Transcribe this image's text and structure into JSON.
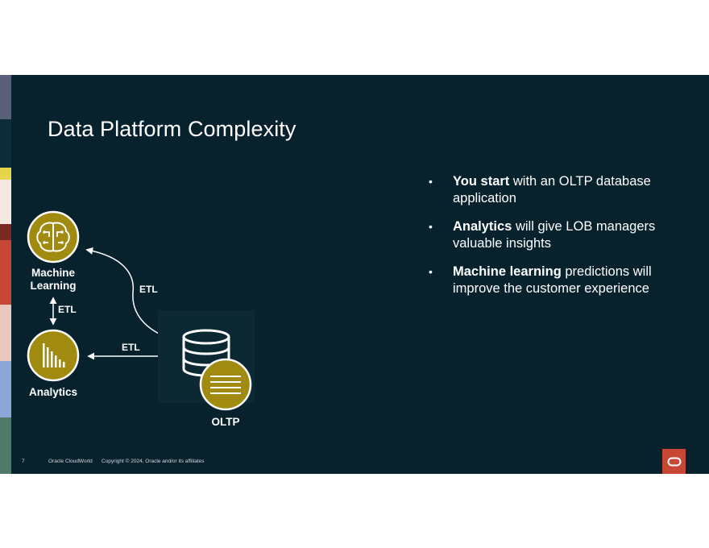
{
  "slide": {
    "title": "Data Platform Complexity",
    "bullets": [
      {
        "bold": "You start",
        "rest": " with an OLTP database application"
      },
      {
        "bold": "Analytics",
        "rest": " will give LOB managers valuable insights"
      },
      {
        "bold": "Machine learning",
        "rest": " predictions will improve the customer experience"
      }
    ],
    "bullet_char": "•"
  },
  "diagram": {
    "nodes": {
      "machine_learning": {
        "label_line1": "Machine",
        "label_line2": "Learning",
        "icon": "brain-icon"
      },
      "analytics": {
        "label": "Analytics",
        "icon": "bar-chart-icon"
      },
      "oltp": {
        "label": "OLTP",
        "icon": "database-icon"
      }
    },
    "etl_labels": {
      "ml_oltp": "ETL",
      "ml_analytics": "ETL",
      "analytics_oltp": "ETL"
    }
  },
  "footer": {
    "page_number": "7",
    "event": "Oracle CloudWorld",
    "copyright": "Copyright © 2024, Oracle and/or its affiliates"
  },
  "colors": {
    "background": "#07222d",
    "node_gold": "#a08a10",
    "logo_red": "#c74634",
    "text": "#ffffff"
  },
  "logo": {
    "icon": "oracle-logo-icon"
  }
}
